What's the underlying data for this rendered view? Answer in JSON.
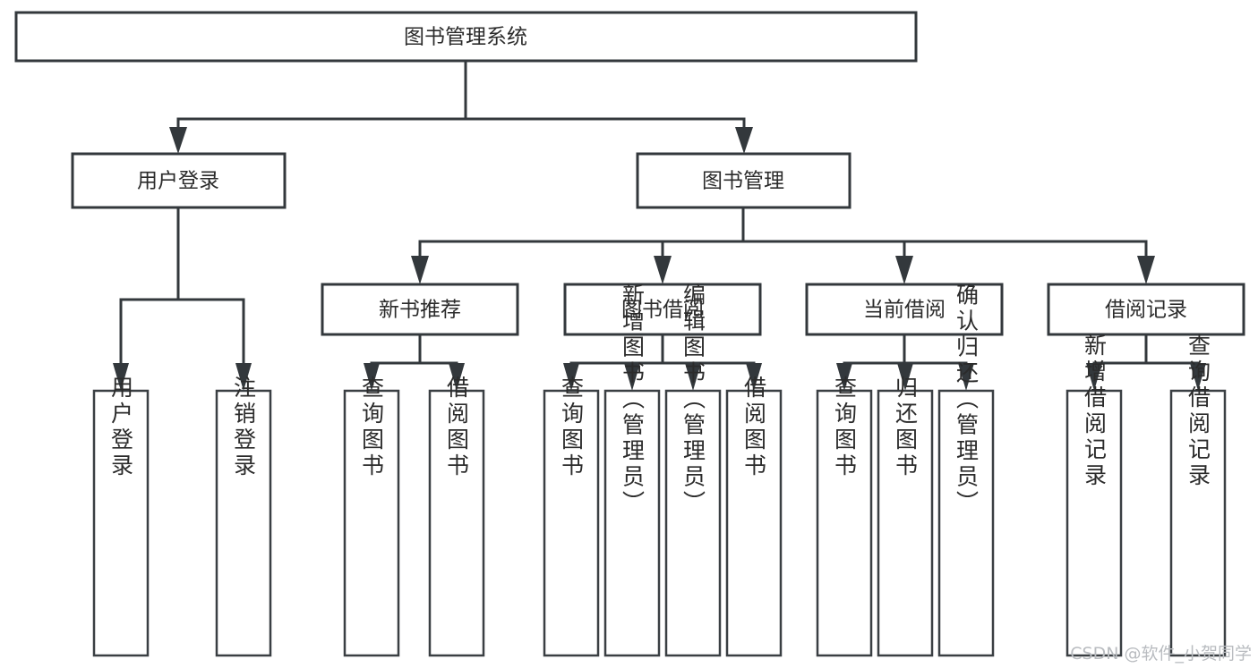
{
  "diagram": {
    "type": "tree-hierarchy",
    "title": "图书管理系统",
    "root": {
      "id": "root",
      "label": "图书管理系统",
      "level": 0
    },
    "level1": [
      {
        "id": "user-login",
        "label": "用户登录"
      },
      {
        "id": "book-management",
        "label": "图书管理"
      }
    ],
    "level2": [
      {
        "id": "new-book-recommend",
        "label": "新书推荐",
        "parent": "book-management"
      },
      {
        "id": "book-borrow",
        "label": "图书借阅",
        "parent": "book-management"
      },
      {
        "id": "current-borrow",
        "label": "当前借阅",
        "parent": "book-management"
      },
      {
        "id": "borrow-record",
        "label": "借阅记录",
        "parent": "book-management"
      }
    ],
    "leaves": {
      "user-login": [
        {
          "id": "leaf-user-login",
          "label": "用户登录"
        },
        {
          "id": "leaf-user-logout",
          "label": "注销登录"
        }
      ],
      "new-book-recommend": [
        {
          "id": "leaf-query-book-1",
          "label": "查询图书"
        },
        {
          "id": "leaf-borrow-book-1",
          "label": "借阅图书"
        }
      ],
      "book-borrow": [
        {
          "id": "leaf-query-book-2",
          "label": "查询图书"
        },
        {
          "id": "leaf-add-book",
          "label": "新增图书（管理员）"
        },
        {
          "id": "leaf-edit-book",
          "label": "编辑图书（管理员）"
        },
        {
          "id": "leaf-borrow-book-2",
          "label": "借阅图书"
        }
      ],
      "current-borrow": [
        {
          "id": "leaf-query-book-3",
          "label": "查询图书"
        },
        {
          "id": "leaf-return-book",
          "label": "归还图书"
        },
        {
          "id": "leaf-confirm-return",
          "label": "确认归还（管理员）"
        }
      ],
      "borrow-record": [
        {
          "id": "leaf-add-record",
          "label": "新增借阅记录"
        },
        {
          "id": "leaf-query-record",
          "label": "查询借阅记录"
        }
      ]
    }
  },
  "watermark": {
    "text": "CSDN @软件_小贺同学"
  },
  "colors": {
    "stroke": "#33383c",
    "box_fill": "#ffffff",
    "text": "#2b2b2b",
    "watermark": "#b9bcc0",
    "background": "#ffffff"
  }
}
